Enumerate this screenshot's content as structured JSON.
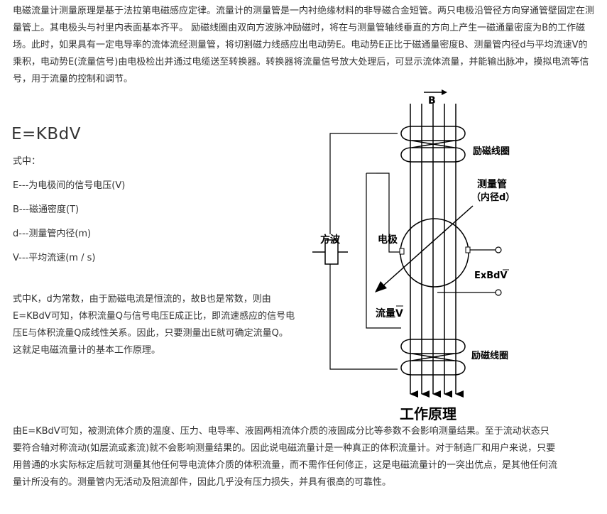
{
  "intro": "电磁流量计测量原理是基于法拉第电磁感应定律。流量计的测量管是一内衬绝缘材料的非导磁合金短管。两只电极沿管径方向穿通管壁固定在测量管上。其电极头与衬里内表面基本齐平。 励磁线圈由双向方波脉冲励磁时，将在与测量管轴线垂直的方向上产生一磁通量密度为B的工作磁场。此时，如果具有一定电导率的流体流经测量管，将切割磁力线感应出电动势E。电动势E正比于磁通量密度B、测量管内径d与平均流速V的乘积，电动势E(流量信号)由电极检出并通过电缆送至转换器。转换器将流量信号放大处理后，可显示流体流量，并能输出脉冲，摸拟电流等信号，用于流量的控制和调节。",
  "formula": "E=KBdV",
  "where": "式中：",
  "defs": [
    "E---为电极间的信号电压(V)",
    "B---磁通密度(T)",
    "d---测量管内径(m)",
    "V---平均流速(m / s)"
  ],
  "notes": "式中K，d为常数，由于励磁电流是恒流的，故B也是常数，则由E=KBdV可知，体积流量Q与信号电压E成正比，即流速感应的信号电压E与体积流量Q成线性关系。因此，只要测量出E就可确定流量Q。这就足电磁流量计的基本工作原理。",
  "closing": "由E=KBdV可知，被测流体介质的温度、压力、电导率、液固两相流体介质的液固成分比等参数不会影响测量结果。至于流动状态只要符合轴对称流动(如层流或紊流)就不会影响测量结果的。因此说电磁流量计是一种真正的体积流量计。对于制造厂和用户来说，只要用普通的水实际标定后就可测量其他任何导电流体介质的体积流量，而不需作任何修正，这是电磁流量计的一突出优点，是其他任何流量计所没有的。测量管内无活动及阻流部件，因此几乎没有压力损失，并具有很高的可靠性。",
  "diagram": {
    "field_label": "B",
    "coil_top": "励磁线圈",
    "coil_bottom": "励磁线圈",
    "tube_label": "测量管",
    "tube_sub": "（内径d）",
    "square_wave": "方波",
    "electrode": "电极",
    "emf": "ExBdV",
    "flow": "流量V",
    "caption": "工作原理"
  }
}
